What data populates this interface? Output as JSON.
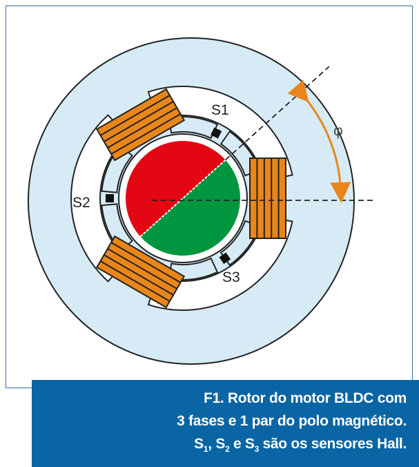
{
  "diagram": {
    "sensor_labels": [
      "S1",
      "S2",
      "S3"
    ],
    "angle_label": "φ",
    "colors": {
      "north_pole": "#e30613",
      "south_pole": "#009640",
      "coil": "#e8861a",
      "stator": "#d6ebf5",
      "arrow": "#e8861a"
    }
  },
  "caption": {
    "line1": "F1. Rotor do motor BLDC com",
    "line2": "3 fases e 1 par do polo magnético.",
    "s": "S",
    "sub1": "1",
    "sub2": "2",
    "sub3": "3",
    "comma": ", ",
    "and": " e ",
    "line3_rest": " são os sensores Hall."
  }
}
